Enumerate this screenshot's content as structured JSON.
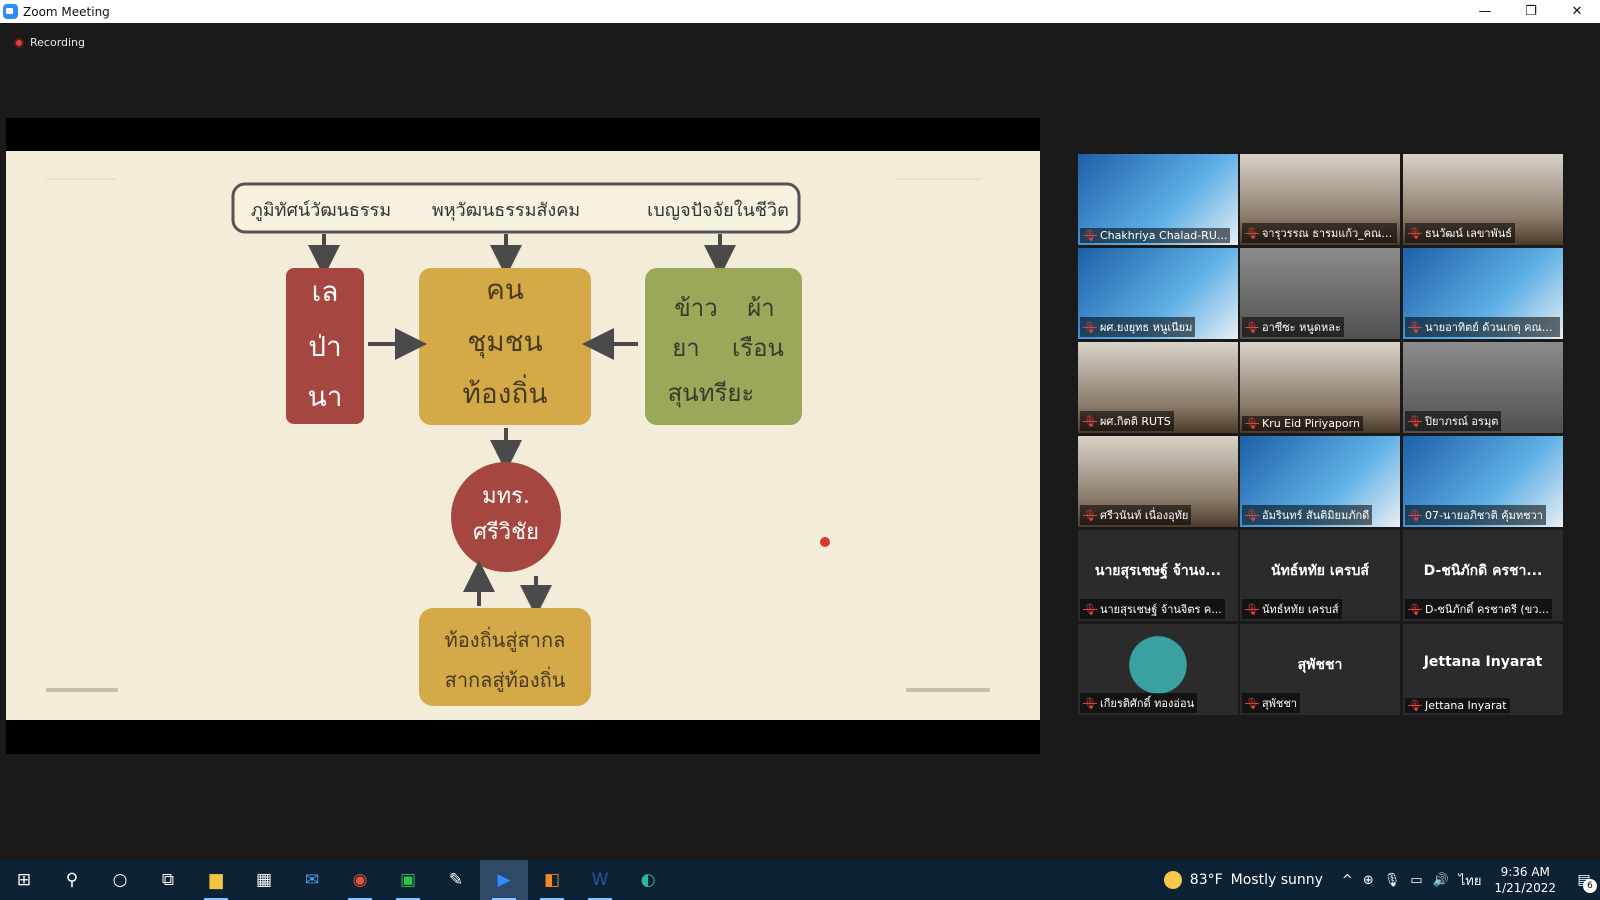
{
  "window": {
    "title": "Zoom Meeting",
    "icon": "zoom-logo-icon",
    "minimize_glyph": "—",
    "restore_glyph": "❐",
    "close_glyph": "✕"
  },
  "recording": {
    "label": "Recording",
    "color": "#e0413a"
  },
  "slide": {
    "top_banner": [
      "ภูมิทัศน์วัฒนธรรม",
      "พหุวัฒนธรรมสังคม",
      "เบญจปัจจัยในชีวิต"
    ],
    "left_box": [
      "เล",
      "ป่า",
      "นา"
    ],
    "center_box": [
      "คน",
      "ชุมชน",
      "ท้องถิ่น"
    ],
    "right_box": {
      "row1": [
        "ข้าว",
        "ผ้า"
      ],
      "row2": [
        "ยา",
        "เรือน"
      ],
      "row3": "สุนทรียะ"
    },
    "circle": [
      "มทร.",
      "ศรีวิชัย"
    ],
    "bottom_box": [
      "ท้องถิ่นสู่สากล",
      "สากลสู่ท้องถิ่น"
    ],
    "colors": {
      "background": "#f3ecd8",
      "left_box": "#a54640",
      "center_box": "#d4aa48",
      "right_box": "#9aa85a",
      "circle": "#a54640",
      "bottom_box": "#d4aa48",
      "arrow": "#4a4a4a"
    }
  },
  "participants": [
    {
      "name": "Chakhriya Chalad-RU...",
      "muted": true,
      "camera": "slide-cam",
      "active": false
    },
    {
      "name": "จารุวรรณ ธารมแก้ว_คณะส...",
      "muted": true,
      "camera": "person-cam",
      "active": false
    },
    {
      "name": "ธนวัฒน์ เลขาพันธ์",
      "muted": true,
      "camera": "person-cam",
      "active": false
    },
    {
      "name": "ผศ.ยงยุทธ หนูเนียม",
      "muted": true,
      "camera": "slide-cam",
      "active": true
    },
    {
      "name": "อาซีซะ หนูดหละ",
      "muted": true,
      "camera": "room-cam",
      "active": false
    },
    {
      "name": "นายอาทิตย์ ด้วนเกตุ คณะ...",
      "muted": true,
      "camera": "slide-cam",
      "active": false
    },
    {
      "name": "ผศ.กิตติ RUTS",
      "muted": true,
      "camera": "person-cam",
      "active": false
    },
    {
      "name": "Kru Eid Piriyaporn",
      "muted": true,
      "camera": "person-cam",
      "active": false
    },
    {
      "name": "ปิยาภรณ์ อรมุต",
      "muted": true,
      "camera": "room-cam",
      "active": false
    },
    {
      "name": "ศรีวนันท์ เนื่องอุทัย",
      "muted": true,
      "camera": "person-cam",
      "active": false
    },
    {
      "name": "อัมรินทร์ สันติมิยมภักดี",
      "muted": true,
      "camera": "slide-cam",
      "active": false
    },
    {
      "name": "07-นายอภิชาติ คุ้มทชวา",
      "muted": true,
      "camera": "slide-cam",
      "active": false
    },
    {
      "name": "นายสุรเชษฐ์ จ้านจิตร ค...",
      "display": "นายสุรเชษฐ์ จ้านง...",
      "muted": true,
      "camera": "off",
      "active": false
    },
    {
      "name": "นัทธ์หทัย เครบส์",
      "display": "นัทธ์หทัย เครบส์",
      "muted": true,
      "camera": "off",
      "active": false
    },
    {
      "name": "D-ชนิภักดิ์ ครชาตรี (ขว...",
      "display": "D-ชนิภักดิ ครชา...",
      "muted": true,
      "camera": "off",
      "active": false
    },
    {
      "name": "เกียรติศักดิ์ ทองอ่อน",
      "muted": true,
      "camera": "avatar",
      "active": false
    },
    {
      "name": "สุพัชชา",
      "display": "สุพัชชา",
      "muted": true,
      "camera": "off",
      "active": false
    },
    {
      "name": "Jettana Inyarat",
      "display": "Jettana Inyarat",
      "muted": true,
      "camera": "off",
      "active": false
    }
  ],
  "taskbar": {
    "items": [
      {
        "name": "start-icon",
        "glyph": "⊞",
        "open": false
      },
      {
        "name": "search-icon",
        "glyph": "⚲",
        "open": false
      },
      {
        "name": "cortana-icon",
        "glyph": "○",
        "open": false
      },
      {
        "name": "task-view-icon",
        "glyph": "⧉",
        "open": false
      },
      {
        "name": "file-explorer-icon",
        "glyph": "▆",
        "open": true,
        "color": "#f4c542"
      },
      {
        "name": "store-icon",
        "glyph": "▦",
        "open": false
      },
      {
        "name": "mail-icon",
        "glyph": "✉",
        "open": false,
        "color": "#4aa3f0"
      },
      {
        "name": "chrome-icon",
        "glyph": "◉",
        "open": true,
        "color": "#e4553c"
      },
      {
        "name": "line-icon",
        "glyph": "▣",
        "open": true,
        "color": "#2ec24b"
      },
      {
        "name": "paint-icon",
        "glyph": "✎",
        "open": false
      },
      {
        "name": "zoom-icon",
        "glyph": "▶",
        "open": true,
        "color": "#2d8cff",
        "active": true
      },
      {
        "name": "pdf-icon",
        "glyph": "◧",
        "open": true,
        "color": "#f08a24"
      },
      {
        "name": "word-icon",
        "glyph": "W",
        "open": true,
        "color": "#2b579a"
      },
      {
        "name": "edge-icon",
        "glyph": "◐",
        "open": false,
        "color": "#33b7a3"
      }
    ],
    "weather": {
      "temp": "83°F",
      "condition": "Mostly sunny"
    },
    "tray_icons": [
      "^",
      "⊕",
      "🎙",
      "▭",
      "🔊"
    ],
    "language": "ไทย",
    "time": "9:36 AM",
    "date": "1/21/2022",
    "notifications": "6"
  }
}
